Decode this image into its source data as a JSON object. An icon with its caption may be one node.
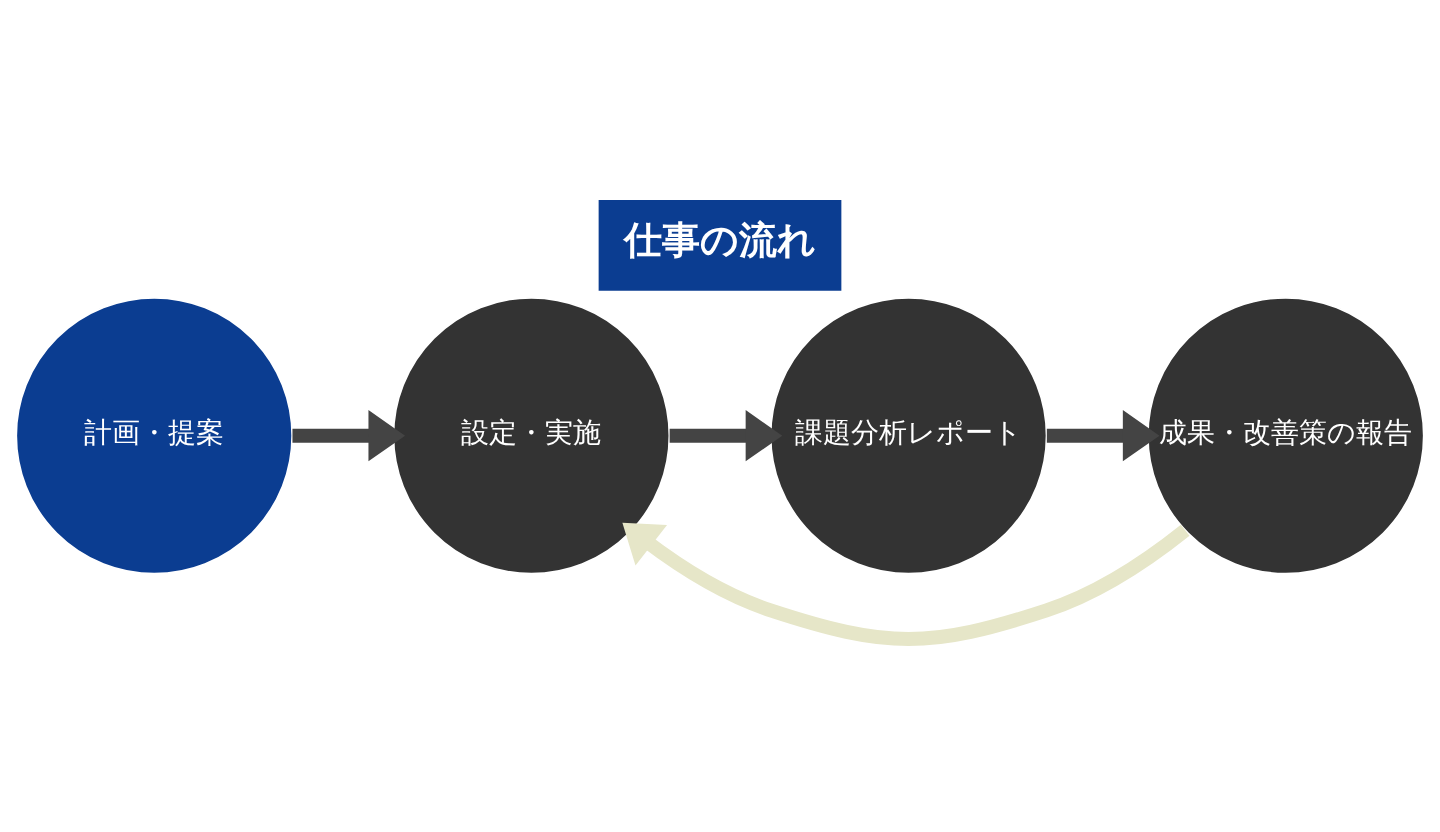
{
  "diagram": {
    "title": "仕事の流れ",
    "nodes": [
      {
        "text": [
          "計画・提案"
        ]
      },
      {
        "text": [
          "設定・実施"
        ]
      },
      {
        "text": [
          "課題分析レポート"
        ]
      },
      {
        "text": [
          "成果・改善策の報告"
        ]
      }
    ],
    "edges": [
      {
        "from": 0,
        "to": 1,
        "arrow": "to"
      },
      {
        "from": 1,
        "to": 2,
        "arrow": "to"
      },
      {
        "from": 2,
        "to": 3,
        "arrow": "to"
      },
      {
        "from": 3,
        "to": 1,
        "arrow": "to",
        "color": "#e6e6c8"
      }
    ]
  }
}
